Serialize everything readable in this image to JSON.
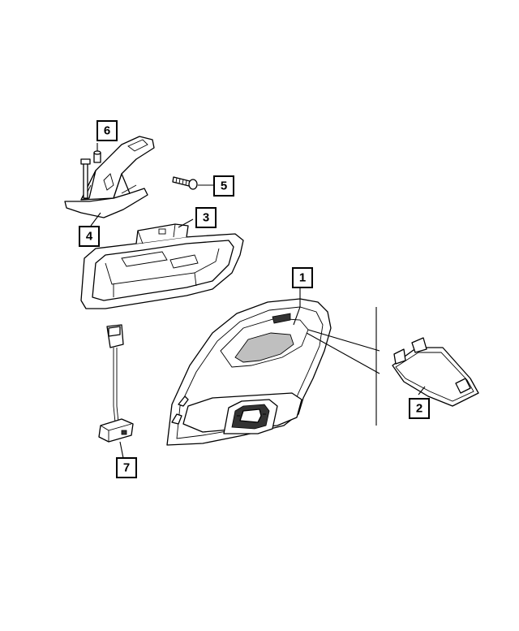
{
  "callouts": [
    {
      "id": "part-1",
      "label": "1"
    },
    {
      "id": "part-2",
      "label": "2"
    },
    {
      "id": "part-3",
      "label": "3"
    },
    {
      "id": "part-4",
      "label": "4"
    },
    {
      "id": "part-5",
      "label": "5"
    },
    {
      "id": "part-6",
      "label": "6"
    },
    {
      "id": "part-7",
      "label": "7"
    }
  ],
  "colors": {
    "line": "#000000",
    "background": "#ffffff"
  }
}
